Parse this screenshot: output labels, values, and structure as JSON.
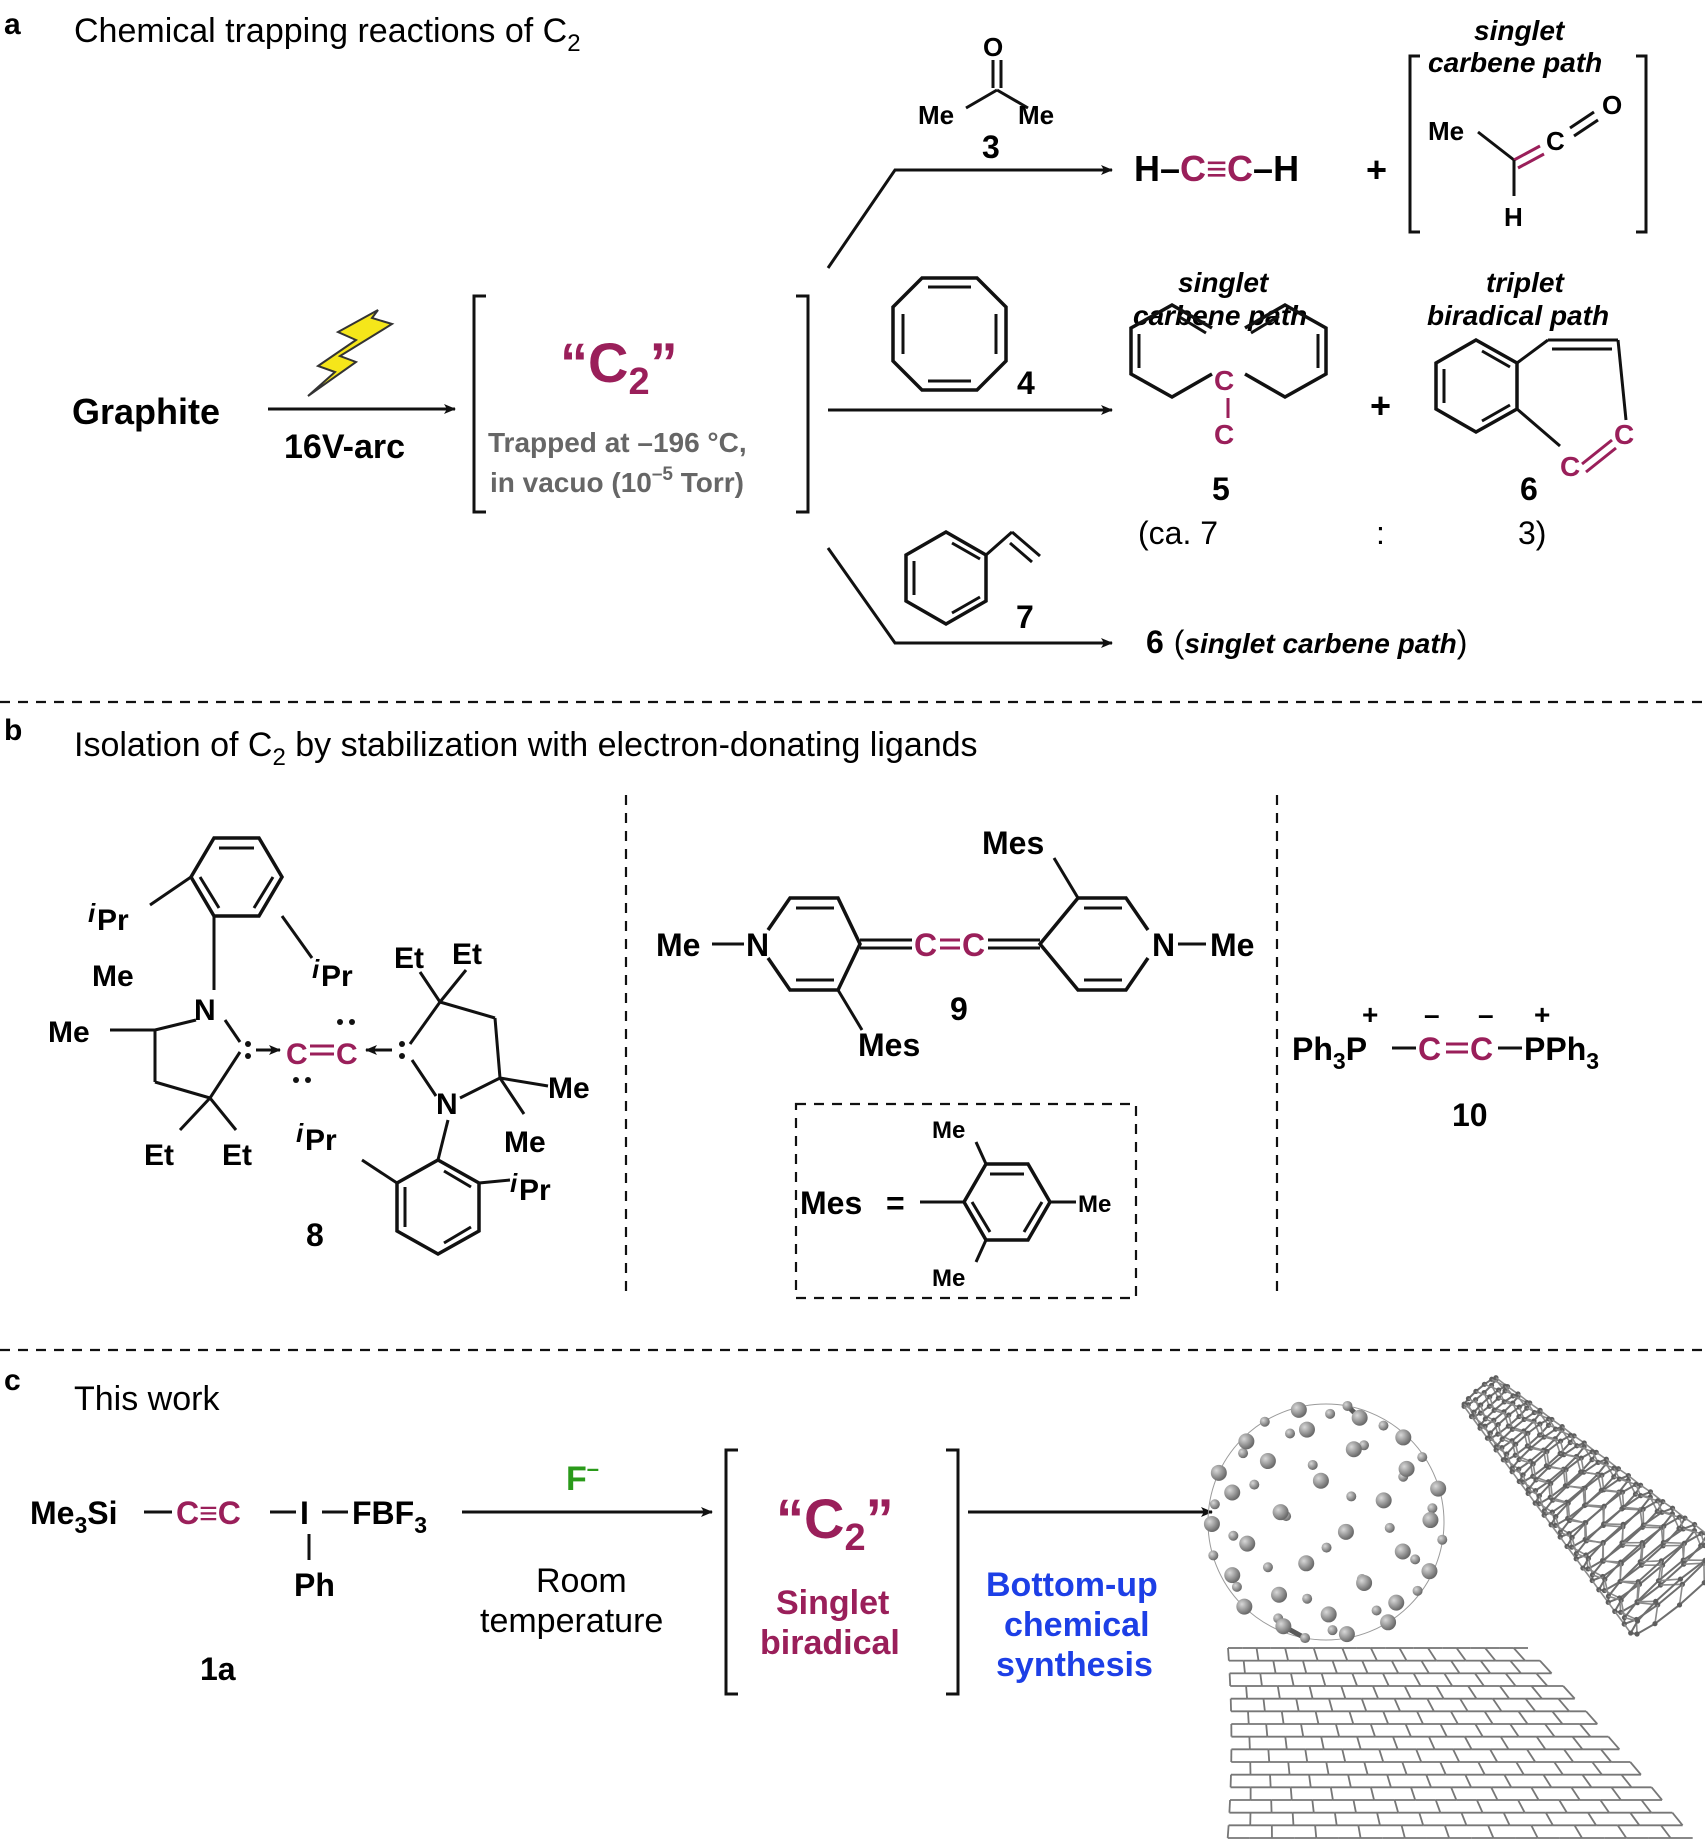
{
  "panel_a": {
    "letter": "a",
    "title": "Chemical trapping reactions of C",
    "title_sub": "2",
    "graphite": "Graphite",
    "arc_label": "16V-arc",
    "c2_open": "“C",
    "c2_sub": "2",
    "c2_close": "”",
    "trapped_line1": "Trapped at –196 °C,",
    "trapped_line2a": "in vacuo (10",
    "trapped_line2_sup": "–5",
    "trapped_line2b": " Torr)",
    "acetone_o": "O",
    "acetone_me_left": "Me",
    "acetone_me_right": "Me",
    "num_3": "3",
    "acetylene_h1": "H–",
    "acetylene_core": "C≡C",
    "acetylene_h2": "–H",
    "plus": "+",
    "ketene_path_1": "singlet",
    "ketene_path_2": "carbene path",
    "ketene_me": "Me",
    "ketene_c": "C",
    "ketene_o": "O",
    "ketene_h": "H",
    "num_4": "4",
    "singlet_1": "singlet",
    "singlet_2": "carbene path",
    "triplet_1": "triplet",
    "triplet_2": "biradical path",
    "c_atom": "C",
    "num_5": "5",
    "num_6": "6",
    "ratio_left": "(ca. 7",
    "ratio_colon": ":",
    "ratio_right": "3)",
    "num_7": "7",
    "styrene_product_num": "6",
    "styrene_product_open": "(",
    "styrene_product_path": "singlet carbene path",
    "styrene_product_close": ")"
  },
  "panel_b": {
    "letter": "b",
    "title": "Isolation of C",
    "title_sub": "2",
    "title_rest": " by stabilization with electron-donating ligands",
    "ipr_i": "i",
    "ipr": "Pr",
    "me": "Me",
    "et": "Et",
    "n": "N",
    "c_atom": "C",
    "num_8": "8",
    "mes": "Mes",
    "num_9": "9",
    "mes_def": "Mes",
    "mes_eq": "=",
    "ph3p": "Ph",
    "ph3p_sub": "3",
    "ph3p_p": "P",
    "pph3": "PPh",
    "pph3_sub": "3",
    "plus": "+",
    "minus": "–",
    "num_10": "10"
  },
  "panel_c": {
    "letter": "c",
    "title": "This work",
    "me3si": "Me",
    "me3si_sub": "3",
    "me3si_si": "Si",
    "alkyne": "C≡C",
    "iodine": "I",
    "fbf": "FBF",
    "fbf_sub": "3",
    "ph": "Ph",
    "num_1a": "1a",
    "fluoride": "F",
    "fluoride_sup": "–",
    "cond_1": "Room",
    "cond_2": "temperature",
    "c2_open": "“C",
    "c2_sub": "2",
    "c2_close": "”",
    "state_1": "Singlet",
    "state_2": "biradical",
    "bottom_1": "Bottom-up",
    "bottom_2": "chemical",
    "bottom_3": "synthesis"
  },
  "colors": {
    "magenta": "#9a1f5a",
    "gray": "#666666",
    "green": "#2a9a1a",
    "blue": "#1d3fe6",
    "lightning": "#f5e61a",
    "carbon_sphere": "#8a8a8a"
  }
}
